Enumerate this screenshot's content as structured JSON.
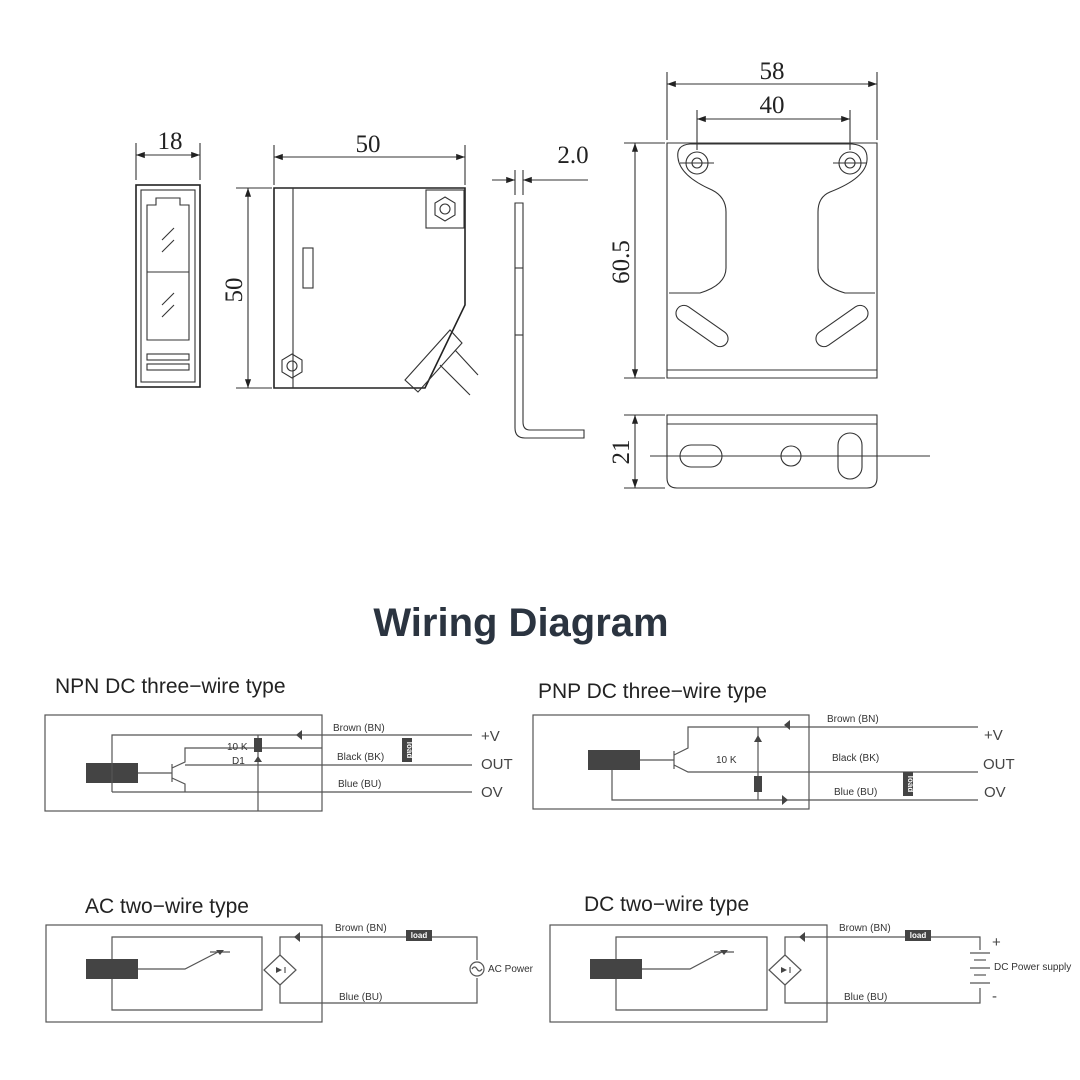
{
  "dimensions": {
    "front_width": "18",
    "side_width": "50",
    "side_height": "50",
    "bracket_thickness": "2.0",
    "bracket_width": "58",
    "bracket_hole_spacing": "40",
    "bracket_height": "60.5",
    "bracket_depth": "21"
  },
  "title": "Wiring Diagram",
  "npn": {
    "label": "NPN DC three−wire type",
    "brown": "Brown (BN)",
    "black": "Black (BK)",
    "blue": "Blue (BU)",
    "resistor": "10 K",
    "diode": "D1",
    "load": "load",
    "plus_v": "+V",
    "out": "OUT",
    "zero_v": "OV"
  },
  "pnp": {
    "label": "PNP DC three−wire type",
    "brown": "Brown (BN)",
    "black": "Black (BK)",
    "blue": "Blue (BU)",
    "resistor": "10 K",
    "load": "load",
    "plus_v": "+V",
    "out": "OUT",
    "zero_v": "OV"
  },
  "ac": {
    "label": "AC two−wire type",
    "brown": "Brown (BN)",
    "blue": "Blue (BU)",
    "load": "load",
    "power": "AC Power"
  },
  "dc": {
    "label": "DC two−wire type",
    "brown": "Brown (BN)",
    "blue": "Blue (BU)",
    "load": "load",
    "power": "DC Power supply",
    "plus": "+",
    "minus": "-"
  }
}
